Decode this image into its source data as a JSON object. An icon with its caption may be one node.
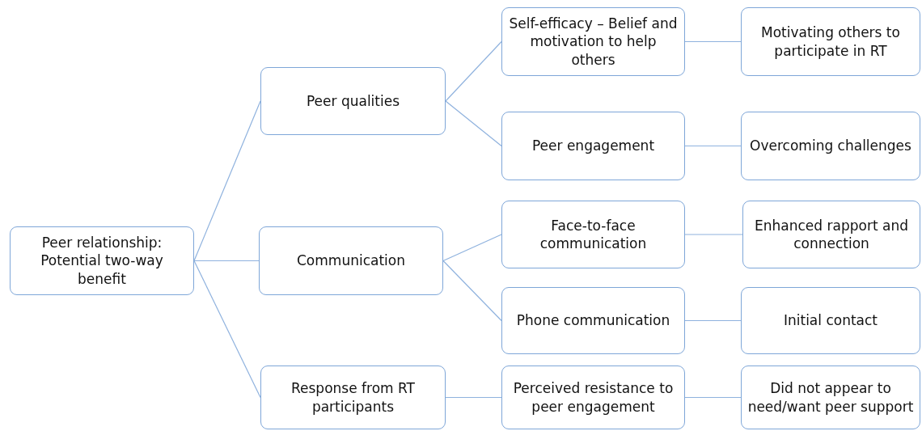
{
  "diagram": {
    "nodes": [
      {
        "text": [
          "Peer relationship: Potential two-way benefit"
        ]
      },
      {
        "text": [
          "Peer qualities"
        ]
      },
      {
        "text": [
          "Communication"
        ]
      },
      {
        "text": [
          "Response from RT participants"
        ]
      },
      {
        "text": [
          "Self-efficacy – Belief and motivation to help others"
        ]
      },
      {
        "text": [
          "Peer engagement"
        ]
      },
      {
        "text": [
          "Face-to-face communication"
        ]
      },
      {
        "text": [
          "Phone communication"
        ]
      },
      {
        "text": [
          "Perceived resistance to peer engagement"
        ]
      },
      {
        "text": [
          "Motivating others to participate in RT"
        ]
      },
      {
        "text": [
          "Overcoming challenges"
        ]
      },
      {
        "text": [
          "Enhanced rapport and connection"
        ]
      },
      {
        "text": [
          "Initial contact"
        ]
      },
      {
        "text": [
          "Did not appear to need/want peer support"
        ]
      }
    ],
    "edges": [
      {
        "from": 0,
        "to": 1,
        "arrow": "none"
      },
      {
        "from": 0,
        "to": 2,
        "arrow": "none"
      },
      {
        "from": 0,
        "to": 3,
        "arrow": "none"
      },
      {
        "from": 1,
        "to": 4,
        "arrow": "none"
      },
      {
        "from": 1,
        "to": 5,
        "arrow": "none"
      },
      {
        "from": 2,
        "to": 6,
        "arrow": "none"
      },
      {
        "from": 2,
        "to": 7,
        "arrow": "none"
      },
      {
        "from": 3,
        "to": 8,
        "arrow": "none"
      },
      {
        "from": 4,
        "to": 9,
        "arrow": "none"
      },
      {
        "from": 5,
        "to": 10,
        "arrow": "none"
      },
      {
        "from": 6,
        "to": 11,
        "arrow": "none"
      },
      {
        "from": 7,
        "to": 12,
        "arrow": "none"
      },
      {
        "from": 8,
        "to": 13,
        "arrow": "none"
      }
    ]
  }
}
